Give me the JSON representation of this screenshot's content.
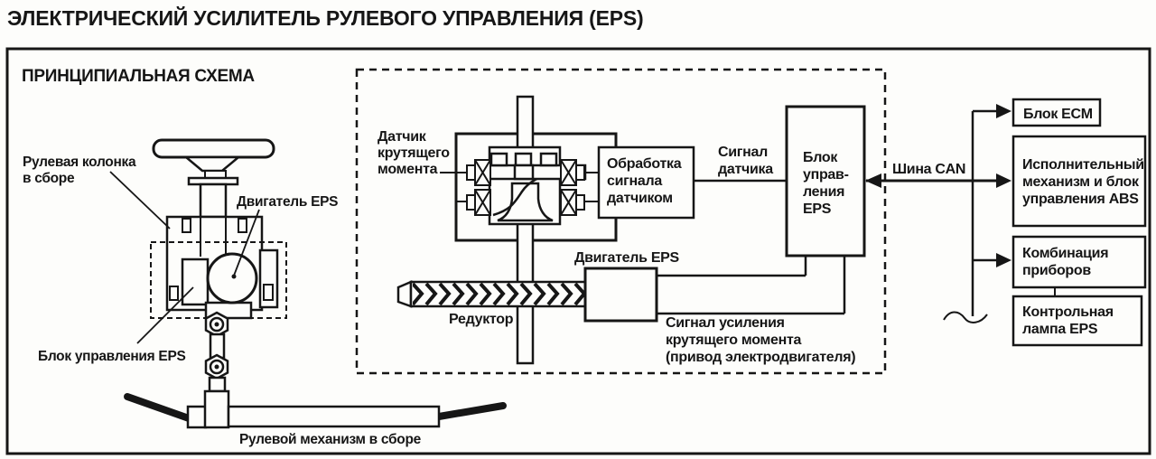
{
  "page": {
    "title": "ЭЛЕКТРИЧЕСКИЙ УСИЛИТЕЛЬ РУЛЕВОГО УПРАВЛЕНИЯ (EPS)",
    "subtitle": "ПРИНЦИПИАЛЬНАЯ СХЕМА"
  },
  "colors": {
    "ink": "#161616",
    "paper": "#fdfdfb"
  },
  "labels": {
    "steering_column": [
      "Рулевая колонка",
      "в сборе"
    ],
    "eps_motor_left": "Двигатель EPS",
    "eps_ecu_left": "Блок управления EPS",
    "steering_gear": "Рулевой механизм в сборе",
    "torque_sensor": [
      "Датчик",
      "крутящего",
      "момента"
    ],
    "signal_processing": [
      "Обработка",
      "сигнала",
      "датчиком"
    ],
    "sensor_signal": [
      "Сигнал",
      "датчика"
    ],
    "eps_control_unit": [
      "Блок",
      "управ-",
      "ления",
      "EPS"
    ],
    "eps_motor_center": "Двигатель EPS",
    "reducer": "Редуктор",
    "assist_signal": [
      "Сигнал усиления",
      "крутящего момента",
      "(привод электродвигателя)"
    ],
    "can_bus": "Шина CAN",
    "ecm_box": "Блок ECM",
    "abs_box": [
      "Исполнительный",
      "механизм и блок",
      "управления ABS"
    ],
    "cluster_box": [
      "Комбинация",
      "приборов"
    ],
    "eps_lamp_box": [
      "Контрольная",
      "лампа EPS"
    ]
  }
}
